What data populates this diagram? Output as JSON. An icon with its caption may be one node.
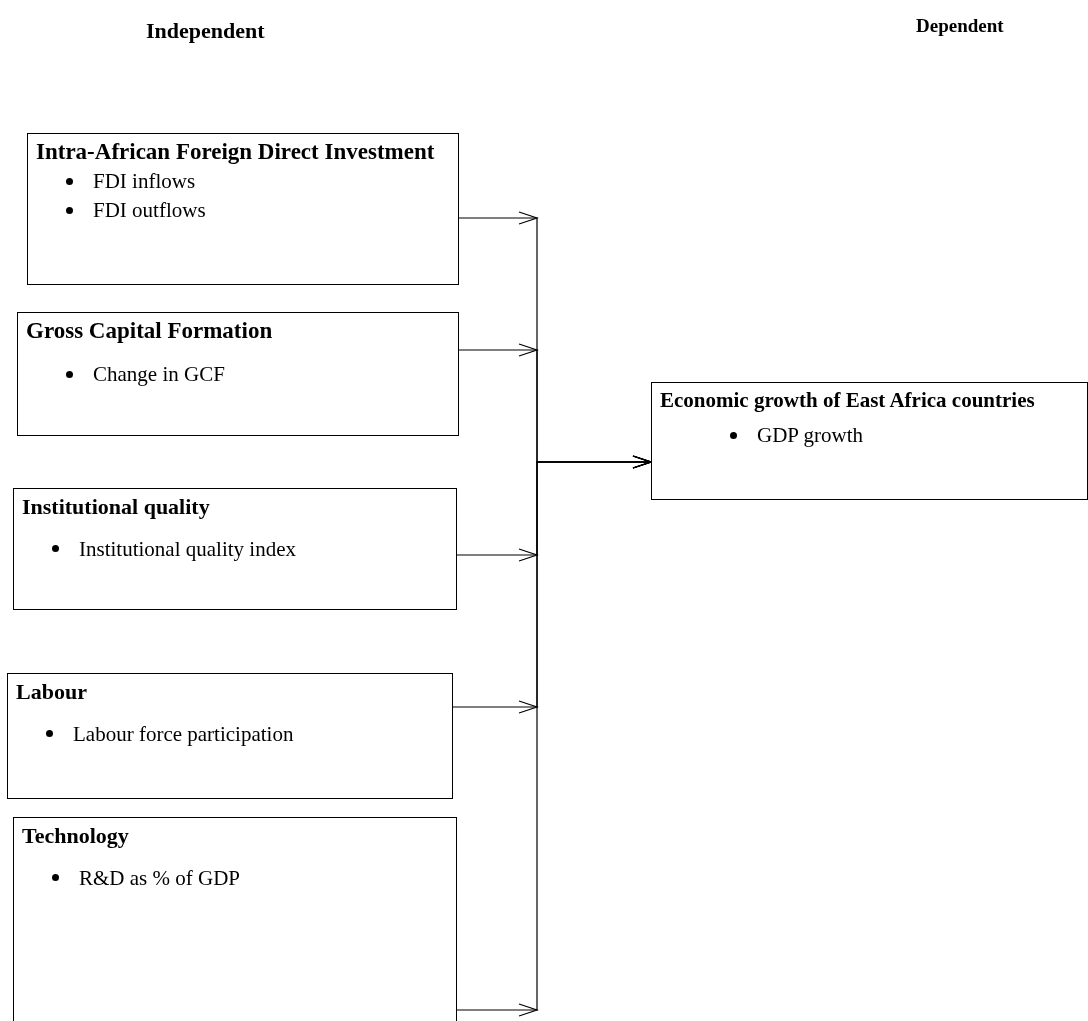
{
  "diagram": {
    "nodes": [
      {
        "text": [
          "Intra-African Foreign Direct Investment",
          "FDI inflows",
          "FDI outflows"
        ]
      },
      {
        "text": [
          "Gross Capital Formation",
          "Change in GCF"
        ]
      },
      {
        "text": [
          "Institutional quality",
          "Institutional quality index"
        ]
      },
      {
        "text": [
          "Labour",
          "Labour force participation"
        ]
      },
      {
        "text": [
          "Technology",
          "R&D as % of GDP"
        ]
      },
      {
        "text": [
          "Economic growth of East Africa countries",
          "GDP growth"
        ]
      }
    ],
    "edges": [
      {
        "from": 0,
        "to": 5,
        "arrow": "to"
      },
      {
        "from": 1,
        "to": 5,
        "arrow": "to"
      },
      {
        "from": 2,
        "to": 5,
        "arrow": "to"
      },
      {
        "from": 3,
        "to": 5,
        "arrow": "to"
      },
      {
        "from": 4,
        "to": 5,
        "arrow": "to"
      }
    ],
    "labels": [
      "Independent",
      "Dependent"
    ]
  }
}
